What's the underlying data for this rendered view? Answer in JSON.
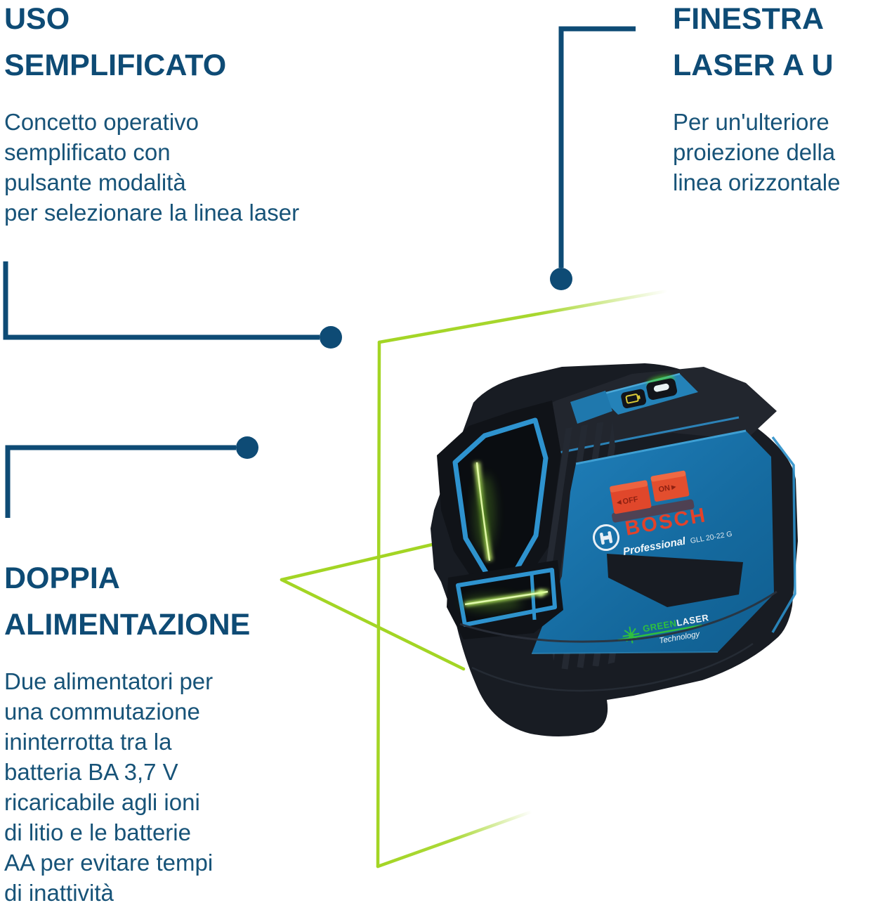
{
  "colors": {
    "accent_blue": "#0e4b75",
    "body_text_blue": "#175378",
    "laser_green": "#a3d524",
    "bosch_red": "#e2422a",
    "device_blue": "#1d7ab3",
    "frame_blue": "#2e93cf"
  },
  "callouts": {
    "uso": {
      "heading_line1": "USO",
      "heading_line2": "SEMPLIFICATO",
      "body": [
        "Concetto operativo",
        "semplificato con",
        "pulsante modalità",
        "per selezionare la linea laser"
      ]
    },
    "finestra": {
      "heading_line1": "FINESTRA",
      "heading_line2": "LASER A U",
      "body": [
        "Per un'ulteriore",
        "proiezione della",
        "linea orizzontale"
      ]
    },
    "doppia": {
      "heading_line1": "DOPPIA",
      "heading_line2": "ALIMENTAZIONE",
      "body": [
        "Due alimentatori per",
        "una commutazione",
        "ininterrotta tra la",
        "batteria BA 3,7 V",
        "ricaricabile agli ioni",
        "di litio e le batterie",
        "AA per evitare tempi",
        "di inattività"
      ]
    }
  },
  "device": {
    "brand": "BOSCH",
    "series": "Professional",
    "model": "GLL 20-22 G",
    "switch": {
      "off": "◄OFF",
      "on": "ON►"
    },
    "badge": {
      "green": "GREEN",
      "laser": "LASER",
      "tech": "Technology"
    }
  }
}
